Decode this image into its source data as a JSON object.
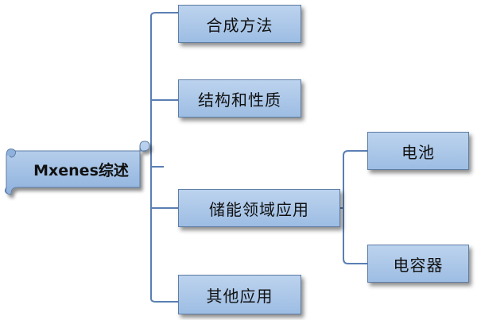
{
  "root": {
    "label": "Mxenes综述"
  },
  "branches": [
    {
      "label": "合成方法"
    },
    {
      "label": "结构和性质"
    },
    {
      "label": "储能领域应用",
      "children": [
        {
          "label": "电池"
        },
        {
          "label": "电容器"
        }
      ]
    },
    {
      "label": "其他应用"
    }
  ],
  "colors": {
    "box_fill": "#a9c6ea",
    "box_border": "#5f7ea6",
    "connector": "#5a7fb3"
  }
}
